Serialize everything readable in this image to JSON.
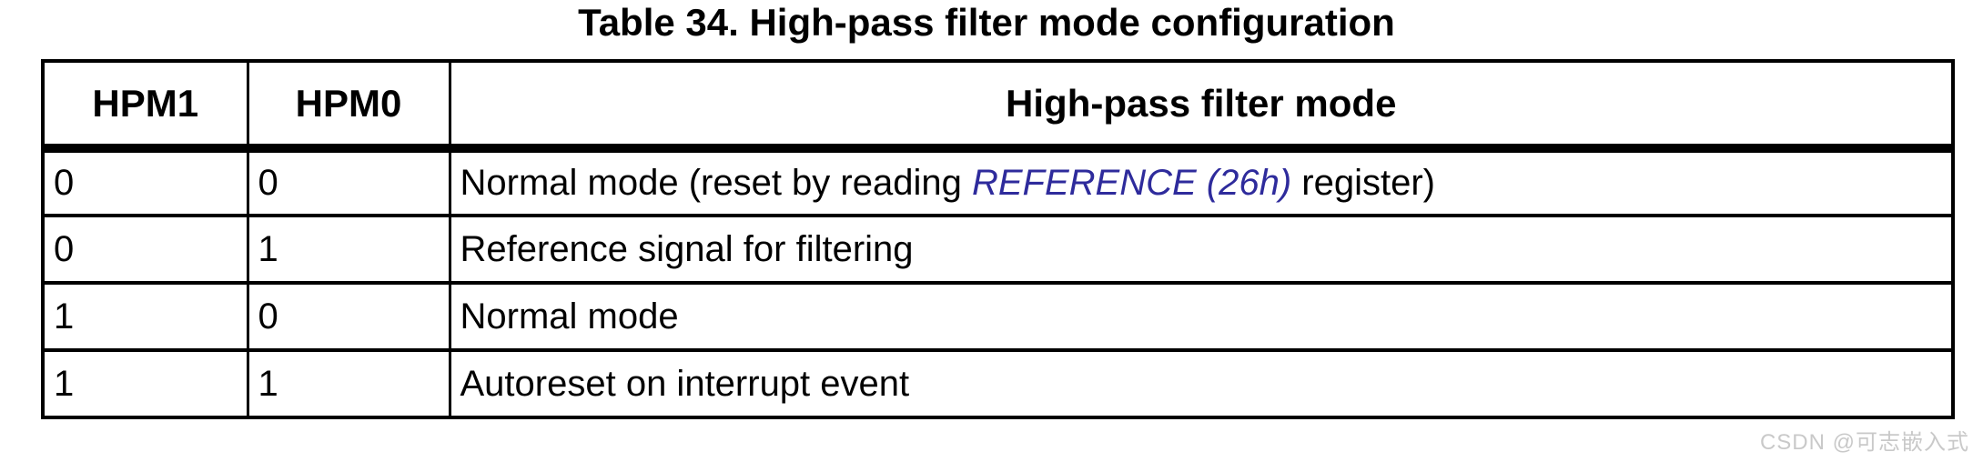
{
  "title": "Table 34. High-pass filter mode configuration",
  "table": {
    "columns": [
      "HPM1",
      "HPM0",
      "High-pass filter mode"
    ],
    "rows": [
      {
        "hpm1": "0",
        "hpm0": "0",
        "mode": {
          "pre": "Normal mode (reset by reading ",
          "link": "REFERENCE (26h)",
          "post": " register)"
        }
      },
      {
        "hpm1": "0",
        "hpm0": "1",
        "mode": {
          "pre": "Reference signal for filtering"
        }
      },
      {
        "hpm1": "1",
        "hpm0": "0",
        "mode": {
          "pre": "Normal mode"
        }
      },
      {
        "hpm1": "1",
        "hpm0": "1",
        "mode": {
          "pre": "Autoreset on interrupt event"
        }
      }
    ]
  },
  "watermark": "CSDN @可志嵌入式",
  "colors": {
    "link_blue": "#2e2b9c",
    "watermark_gray": "#c9c9c9",
    "border_black": "#000000",
    "page_background": "#ffffff"
  }
}
